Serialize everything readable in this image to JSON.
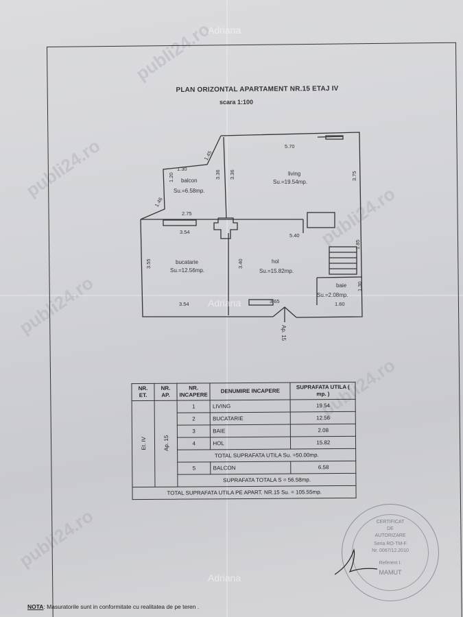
{
  "watermarks": {
    "top": "Adriana",
    "mid": "Adriana",
    "bottom": "Adriana",
    "site": "publi24.ro"
  },
  "header": {
    "title": "PLAN ORIZONTAL APARTAMENT NR.15 ETAJ IV",
    "scale": "scara 1:100"
  },
  "plan": {
    "rooms": [
      {
        "name": "living",
        "area": "Su.=19.54mp."
      },
      {
        "name": "balcon",
        "area": "Su.=6.58mp."
      },
      {
        "name": "bucatarie",
        "area": "Su.=12.56mp."
      },
      {
        "name": "hol",
        "area": "Su.=15.82mp."
      },
      {
        "name": "baie",
        "area": "Su.=2.08mp."
      }
    ],
    "dims": [
      "5.70",
      "1.30",
      "1.45",
      "1.20",
      "3.36",
      "3.36",
      "3.75",
      "1.46",
      "2.75",
      "3.54",
      "5.40",
      "3.55",
      "3.40",
      "1.85",
      "1.30",
      "3.54",
      "3.65",
      "1.60"
    ],
    "entrance": "Ap. 15"
  },
  "table": {
    "headers": [
      "NR. ET.",
      "NR. AP.",
      "NR. INCAPERE",
      "DENUMIRE INCAPERE",
      "SUPRAFATA UTILA ( mp. )"
    ],
    "floor": "Et. IV",
    "apartment": "Ap. 15",
    "rows": [
      {
        "nr": "1",
        "name": "LIVING",
        "area": "19.54"
      },
      {
        "nr": "2",
        "name": "BUCATARIE",
        "area": "12.56"
      },
      {
        "nr": "3",
        "name": "BAIE",
        "area": "2.08"
      },
      {
        "nr": "4",
        "name": "HOL",
        "area": "15.82"
      }
    ],
    "total_util": "TOTAL SUPRAFATA UTILA Su. =50.00mp.",
    "balcon": {
      "nr": "5",
      "name": "BALCON",
      "area": "6.58"
    },
    "total": "SUPRAFATA TOTALA S = 56.58mp.",
    "grand_total": "TOTAL SUPRAFATA UTILA PE APART. NR.15 Su. = 105.55mp."
  },
  "stamp": {
    "line1": "CERTIFICAT",
    "line2": "DE",
    "line3": "AUTORIZARE",
    "line4": "Seria RO-TM-F",
    "line5": "Nr. 0067/12.2010",
    "line6": "Referent I.",
    "line7": "MAMUT"
  },
  "nota": {
    "label": "NOTA",
    "text": ": Masuratorile sunt in conformitate cu realitatea de pe teren ."
  }
}
